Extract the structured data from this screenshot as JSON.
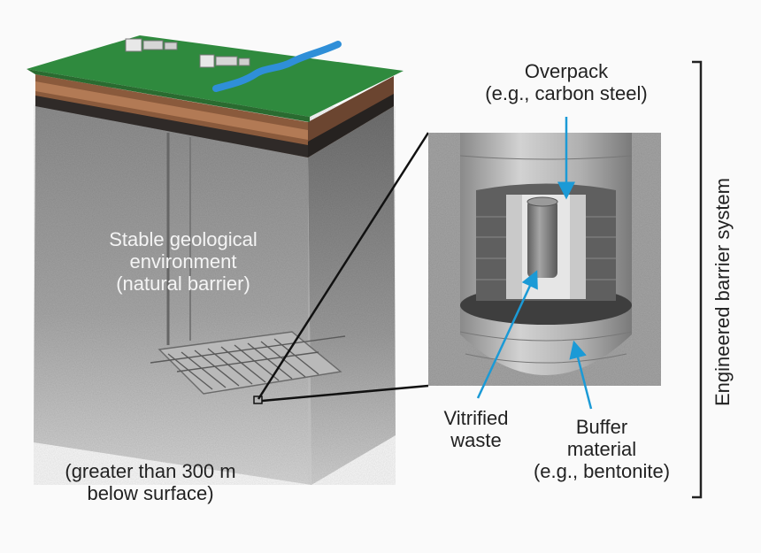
{
  "labels": {
    "natural_barrier": [
      "Stable geological",
      "environment",
      "(natural barrier)"
    ],
    "depth_note": [
      "(greater than 300 m",
      "below surface)"
    ],
    "overpack": [
      "Overpack",
      "(e.g., carbon steel)"
    ],
    "vitrified_waste": [
      "Vitrified",
      "waste"
    ],
    "buffer_material": [
      "Buffer",
      "material",
      "(e.g., bentonite)"
    ],
    "engineered_barrier": "Engineered barrier system"
  },
  "colors": {
    "ground_grass": "#2f8a3e",
    "river": "#2f8fd8",
    "arrow": "#1b9ad6",
    "rock": "#9a9a9a",
    "steel": "#b5b5b5"
  }
}
